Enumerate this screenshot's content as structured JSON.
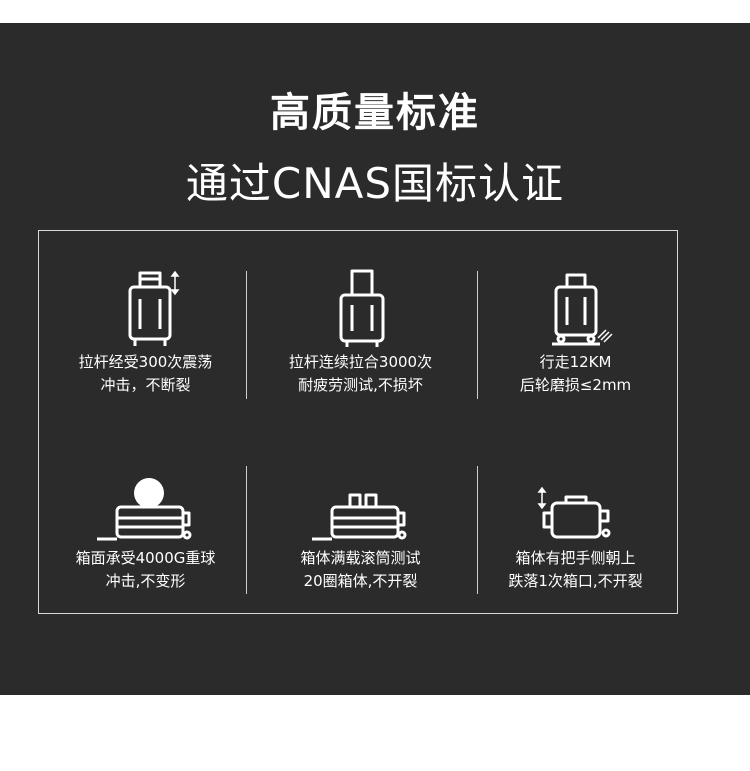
{
  "header": {
    "title": "高质量标准",
    "subtitle": "通过CNAS国标认证"
  },
  "features": [
    {
      "icon": "luggage-handle-vibration-icon",
      "line1": "拉杆经受300次震荡",
      "line2": "冲击，不断裂"
    },
    {
      "icon": "luggage-pull-rod-icon",
      "line1": "拉杆连续拉合3000次",
      "line2": "耐疲劳测试,不损坏"
    },
    {
      "icon": "luggage-wheel-wear-icon",
      "line1": "行走12KM",
      "line2": "后轮磨损≤2mm"
    },
    {
      "icon": "luggage-ball-impact-icon",
      "line1": "箱面承受4000G重球",
      "line2": "冲击,不变形"
    },
    {
      "icon": "luggage-drum-tumble-icon",
      "line1": "箱体满载滚筒测试",
      "line2": "20圈箱体,不开裂"
    },
    {
      "icon": "luggage-drop-test-icon",
      "line1": "箱体有把手侧朝上",
      "line2": "跌落1次箱口,不开裂"
    }
  ]
}
